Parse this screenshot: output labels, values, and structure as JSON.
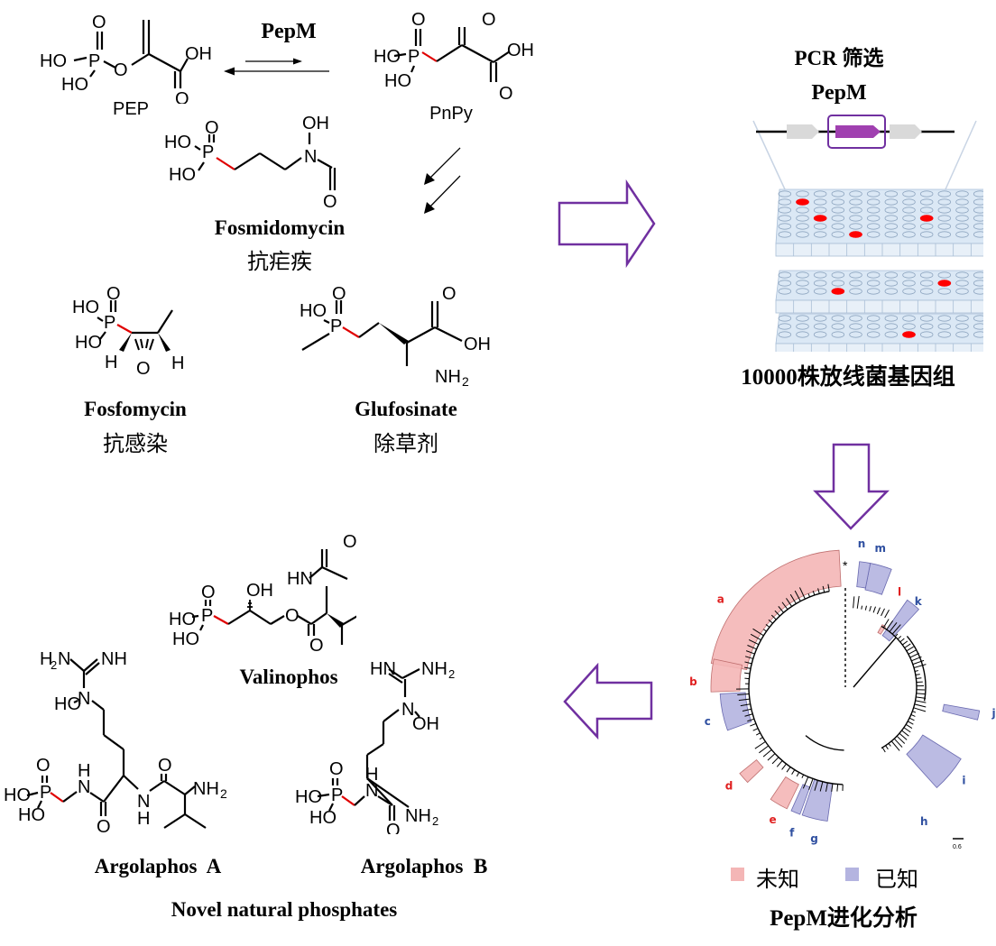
{
  "colors": {
    "bond": "#000000",
    "cp_bond_highlight": "#e00000",
    "block_arrow": "#7030a0",
    "pepm_gene": "#a040b0",
    "flank_gene": "#d9d9d9",
    "plate": "#dbe8f5",
    "hit_well": "#ff0000",
    "unknown_clade": "#f4b6b6",
    "known_clade": "#b4b4e0",
    "unknown_label": "#e02020",
    "known_label": "#2f4fa0"
  },
  "reaction": {
    "enzyme": "PepM",
    "substrate": "PEP",
    "product": "PnPy"
  },
  "known_compounds": [
    {
      "name": "Fosmidomycin",
      "use": "抗疟疾"
    },
    {
      "name": "Fosfomycin",
      "use": "抗感染"
    },
    {
      "name": "Glufosinate",
      "use": "除草剂"
    }
  ],
  "screening": {
    "title": "PCR 筛选",
    "gene_label": "PepM",
    "caption": "10000株放线菌基因组",
    "plates": [
      {
        "hits": [
          [
            1,
            1
          ],
          [
            2,
            3
          ],
          [
            4,
            5
          ],
          [
            8,
            3
          ]
        ]
      },
      {
        "hits": [
          [
            3,
            2
          ],
          [
            9,
            1
          ]
        ]
      },
      {
        "hits": [
          [
            7,
            2
          ]
        ]
      }
    ]
  },
  "tree": {
    "caption": "PepM进化分析",
    "scale_label": "0.6",
    "outgroup_marker": "*",
    "clades": [
      {
        "label": "a",
        "status": "unknown"
      },
      {
        "label": "b",
        "status": "unknown"
      },
      {
        "label": "c",
        "status": "known"
      },
      {
        "label": "d",
        "status": "unknown"
      },
      {
        "label": "e",
        "status": "unknown"
      },
      {
        "label": "f",
        "status": "known"
      },
      {
        "label": "g",
        "status": "known"
      },
      {
        "label": "h",
        "status": "known"
      },
      {
        "label": "i",
        "status": "known"
      },
      {
        "label": "j",
        "status": "known"
      },
      {
        "label": "k",
        "status": "known"
      },
      {
        "label": "l",
        "status": "unknown"
      },
      {
        "label": "m",
        "status": "known"
      },
      {
        "label": "n",
        "status": "known"
      }
    ],
    "legend": [
      {
        "label": "未知",
        "status": "unknown"
      },
      {
        "label": "已知",
        "status": "known"
      }
    ]
  },
  "novel_compounds": {
    "title": "Novel natural phosphates",
    "items": [
      {
        "name": "Valinophos"
      },
      {
        "name": "Argolaphos  A"
      },
      {
        "name": "Argolaphos  B"
      }
    ]
  },
  "atoms": {
    "HO": "HO",
    "OH": "OH",
    "O": "O",
    "P": "P",
    "N": "N",
    "H": "H",
    "HN": "HN",
    "NH": "NH",
    "NH2": "NH",
    "H2N": "H",
    "sub2": "2"
  }
}
